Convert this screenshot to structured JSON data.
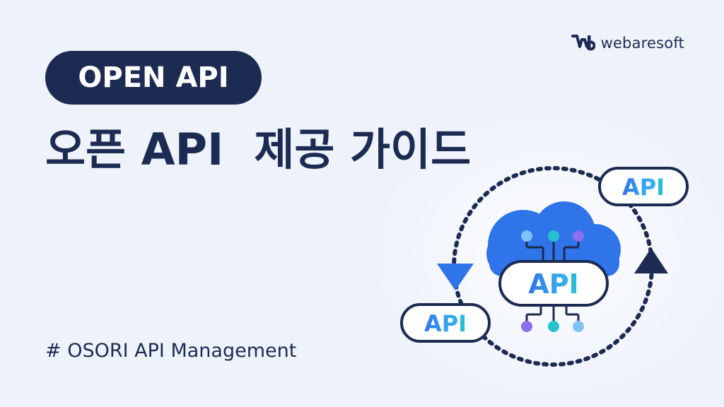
{
  "brand": {
    "name": "webaresoft",
    "colors": {
      "navy": "#1c2b52",
      "blue": "#2f74e8",
      "sky": "#38a4f0",
      "teal": "#28c1d2",
      "violet": "#8b6ff0",
      "light_blue": "#7fc3f5",
      "background": "#eef2fb"
    }
  },
  "badge": {
    "label": "OPEN API"
  },
  "headline": {
    "text": "오픈 API  제공 가이드"
  },
  "hashtag": {
    "text": "# OSORI API Management"
  },
  "illustration": {
    "center_label": "API",
    "top_right_label": "API",
    "bottom_left_label": "API",
    "icons": [
      "cloud-icon",
      "arrow-down-icon",
      "arrow-up-icon",
      "network-node-icon"
    ]
  }
}
